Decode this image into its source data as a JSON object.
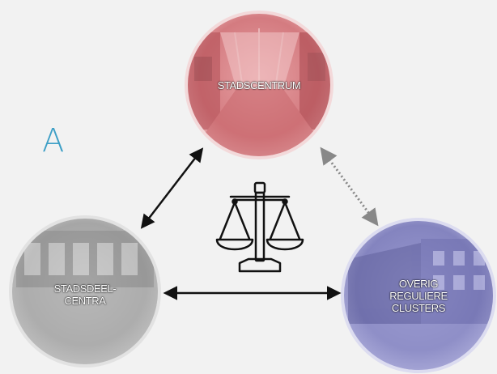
{
  "panel_label": "A",
  "nodes": {
    "stadscentrum": {
      "label_lines": [
        "STADSCENTRUM"
      ],
      "tint": "#e8a5a8"
    },
    "stadsdeelcentra": {
      "label_lines": [
        "STADSDEEL-",
        "CENTRA"
      ],
      "tint": "#c4c4c4"
    },
    "overig": {
      "label_lines": [
        "OVERIG",
        "REGULIERE",
        "CLUSTERS"
      ],
      "tint": "#a5a5d8"
    }
  },
  "colors": {
    "arrow": "#111111",
    "dotted_arrow": "#888888",
    "letter": "#3d9fc6",
    "icon": "#111111"
  },
  "icons": {
    "center": "balance-scale-icon"
  }
}
